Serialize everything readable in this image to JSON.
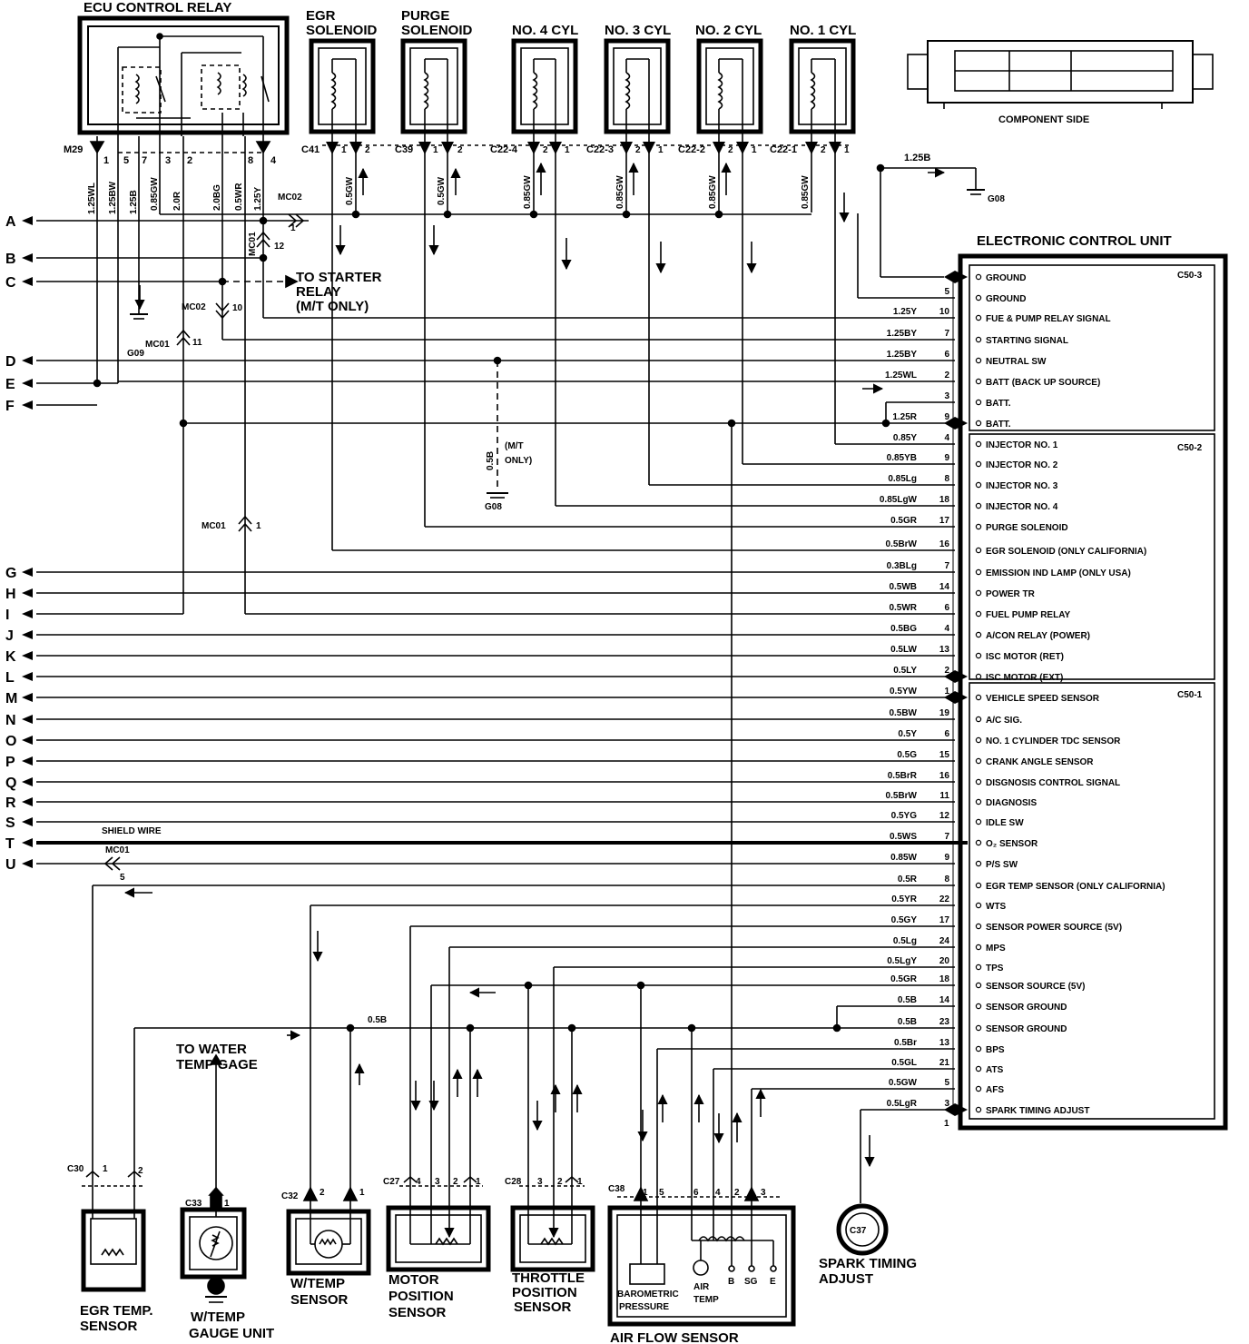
{
  "relay": {
    "title": "ECU CONTROL RELAY",
    "connector": "M29",
    "pins": [
      "1",
      "5",
      "7",
      "3",
      "2",
      "8",
      "4"
    ],
    "wires": [
      "1.25WL",
      "1.25BW",
      "1.25B",
      "0.85GW",
      "2.0R",
      "2.0BG",
      "0.5WR",
      "1.25Y"
    ]
  },
  "components": {
    "egr_solenoid": {
      "title1": "EGR",
      "title2": "SOLENOID",
      "connector": "C41",
      "pin_a": "1",
      "pin_b": "2",
      "wire": "0.5GW"
    },
    "purge_solenoid": {
      "title1": "PURGE",
      "title2": "SOLENOID",
      "connector": "C39",
      "pin_a": "1",
      "pin_b": "2",
      "wire": "0.5GW"
    },
    "injectors": [
      {
        "title": "NO. 4 CYL",
        "connector": "C22-4",
        "pin_a": "2",
        "pin_b": "1",
        "wire": "0.85GW"
      },
      {
        "title": "NO. 3 CYL",
        "connector": "C22-3",
        "pin_a": "2",
        "pin_b": "1",
        "wire": "0.85GW"
      },
      {
        "title": "NO. 2 CYL",
        "connector": "C22-2",
        "pin_a": "2",
        "pin_b": "1",
        "wire": "0.85GW"
      },
      {
        "title": "NO. 1 CYL",
        "connector": "C22-1",
        "pin_a": "2",
        "pin_b": "1",
        "wire": "0.85GW"
      }
    ],
    "component_side": "COMPONENT SIDE",
    "ecu_connectors": [
      "C50-3",
      "C50-2",
      "C50-1"
    ]
  },
  "left_labels": [
    "A",
    "B",
    "C",
    "D",
    "E",
    "F",
    "G",
    "H",
    "I",
    "J",
    "K",
    "L",
    "M",
    "N",
    "O",
    "P",
    "Q",
    "R",
    "S",
    "T",
    "U"
  ],
  "misc": {
    "mc02": "MC02",
    "mc02_pin": "1",
    "mc01": "MC01",
    "mc01_pin_12": "12",
    "mc02_pin_10": "10",
    "mc01_pin_11": "11",
    "mc01_pin_1": "1",
    "mc01_pin_5": "5",
    "g09": "G09",
    "g08": "G08",
    "g08_top": "G08",
    "ground_wire_top": "1.25B",
    "to_starter_1": "TO STARTER",
    "to_starter_2": "RELAY",
    "to_starter_3": "(M/T ONLY)",
    "mt_only_wire": "0.5B",
    "mt_only_1": "(M/T",
    "mt_only_2": "ONLY)",
    "shield_wire": "SHIELD WIRE",
    "sensor_ground_wire": "0.5B",
    "to_water_1": "TO WATER",
    "to_water_2": "TEMP GAGE"
  },
  "ecu": {
    "title": "ELECTRONIC CONTROL UNIT",
    "rows": [
      {
        "label": "GROUND",
        "wire": "",
        "pin": ""
      },
      {
        "label": "GROUND",
        "wire": "",
        "pin": "5"
      },
      {
        "label": "FUE & PUMP RELAY SIGNAL",
        "wire": "1.25Y",
        "pin": "10"
      },
      {
        "label": "STARTING SIGNAL",
        "wire": "1.25BY",
        "pin": "7"
      },
      {
        "label": "NEUTRAL SW",
        "wire": "1.25BY",
        "pin": "6"
      },
      {
        "label": "BATT (BACK UP SOURCE)",
        "wire": "1.25WL",
        "pin": "2"
      },
      {
        "label": "BATT.",
        "wire": "",
        "pin": "3"
      },
      {
        "label": "BATT.",
        "wire": "1.25R",
        "pin": "9"
      },
      {
        "label": "INJECTOR NO. 1",
        "wire": "0.85Y",
        "pin": "4"
      },
      {
        "label": "INJECTOR NO. 2",
        "wire": "0.85YB",
        "pin": "9"
      },
      {
        "label": "INJECTOR NO. 3",
        "wire": "0.85Lg",
        "pin": "8"
      },
      {
        "label": "INJECTOR NO. 4",
        "wire": "0.85LgW",
        "pin": "18"
      },
      {
        "label": "PURGE SOLENOID",
        "wire": "0.5GR",
        "pin": "17"
      },
      {
        "label": "EGR SOLENOID (ONLY CALIFORNIA)",
        "wire": "0.5BrW",
        "pin": "16"
      },
      {
        "label": "EMISSION IND LAMP (ONLY USA)",
        "wire": "0.3BLg",
        "pin": "7"
      },
      {
        "label": "POWER TR",
        "wire": "0.5WB",
        "pin": "14"
      },
      {
        "label": "FUEL PUMP RELAY",
        "wire": "0.5WR",
        "pin": "6"
      },
      {
        "label": "A/CON RELAY (POWER)",
        "wire": "0.5BG",
        "pin": "4"
      },
      {
        "label": "ISC MOTOR (RET)",
        "wire": "0.5LW",
        "pin": "13"
      },
      {
        "label": "ISC MOTOR (EXT)",
        "wire": "0.5LY",
        "pin": "2"
      },
      {
        "label": "VEHICLE SPEED SENSOR",
        "wire": "0.5YW",
        "pin": "1"
      },
      {
        "label": "A/C SIG.",
        "wire": "0.5BW",
        "pin": "19"
      },
      {
        "label": "NO. 1 CYLINDER TDC SENSOR",
        "wire": "0.5Y",
        "pin": "6"
      },
      {
        "label": "CRANK ANGLE SENSOR",
        "wire": "0.5G",
        "pin": "15"
      },
      {
        "label": "DISGNOSIS CONTROL SIGNAL",
        "wire": "0.5BrR",
        "pin": "16"
      },
      {
        "label": "DIAGNOSIS",
        "wire": "0.5BrW",
        "pin": "11"
      },
      {
        "label": "IDLE SW",
        "wire": "0.5YG",
        "pin": "12"
      },
      {
        "label": "O₂ SENSOR",
        "wire": "0.5WS",
        "pin": "7"
      },
      {
        "label": "P/S SW",
        "wire": "0.85W",
        "pin": "9"
      },
      {
        "label": "EGR TEMP SENSOR (ONLY CALIFORNIA)",
        "wire": "0.5R",
        "pin": "8"
      },
      {
        "label": "WTS",
        "wire": "0.5YR",
        "pin": "22"
      },
      {
        "label": "SENSOR POWER SOURCE (5V)",
        "wire": "0.5GY",
        "pin": "17"
      },
      {
        "label": "MPS",
        "wire": "0.5Lg",
        "pin": "24"
      },
      {
        "label": "TPS",
        "wire": "0.5LgY",
        "pin": "20"
      },
      {
        "label": "SENSOR SOURCE (5V)",
        "wire": "0.5GR",
        "pin": "18"
      },
      {
        "label": "SENSOR GROUND",
        "wire": "0.5B",
        "pin": "14"
      },
      {
        "label": "SENSOR GROUND",
        "wire": "0.5B",
        "pin": "23"
      },
      {
        "label": "BPS",
        "wire": "0.5Br",
        "pin": "13"
      },
      {
        "label": "ATS",
        "wire": "0.5GL",
        "pin": "21"
      },
      {
        "label": "AFS",
        "wire": "0.5GW",
        "pin": "5"
      },
      {
        "label": "SPARK TIMING ADJUST",
        "wire": "0.5LgR",
        "pin": "3"
      }
    ],
    "last_pin": "1"
  },
  "sensors": {
    "egr_temp": {
      "connector": "C30",
      "pin_a": "1",
      "pin_b": "2",
      "title1": "EGR TEMP.",
      "title2": "SENSOR"
    },
    "wtemp_gauge": {
      "connector": "C33",
      "pin": "1",
      "title1": "W/TEMP",
      "title2": "GAUGE UNIT"
    },
    "wtemp_sensor": {
      "connector": "C32",
      "pin_a": "2",
      "pin_b": "1",
      "title1": "W/TEMP",
      "title2": "SENSOR"
    },
    "motor_pos": {
      "connector": "C27",
      "pins": [
        "4",
        "3",
        "2",
        "1"
      ],
      "title1": "MOTOR",
      "title2": "POSITION",
      "title3": "SENSOR"
    },
    "throttle_pos": {
      "connector": "C28",
      "pins": [
        "3",
        "2",
        "1"
      ],
      "title1": "THROTTLE",
      "title2": "POSITION",
      "title3": "SENSOR"
    },
    "air_flow": {
      "connector": "C38",
      "pins": [
        "1",
        "5",
        "6",
        "4",
        "2",
        "3"
      ],
      "title": "AIR FLOW SENSOR",
      "baro1": "BAROMETRIC",
      "baro2": "PRESSURE",
      "air1": "AIR",
      "air2": "TEMP",
      "b": "B",
      "sg": "SG",
      "e": "E"
    },
    "spark": {
      "connector": "C37",
      "title1": "SPARK TIMING",
      "title2": "ADJUST"
    }
  }
}
